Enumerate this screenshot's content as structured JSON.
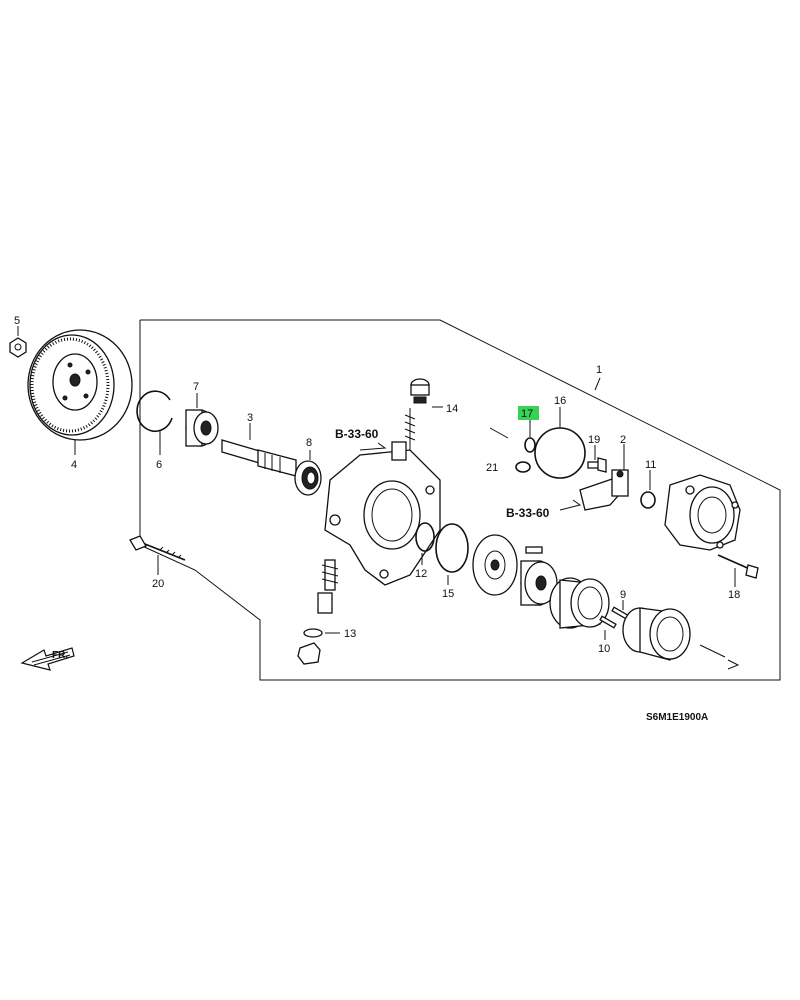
{
  "diagram": {
    "part_numbers": {
      "p1": "1",
      "p2": "2",
      "p3": "3",
      "p4": "4",
      "p5": "5",
      "p6": "6",
      "p7": "7",
      "p8": "8",
      "p9": "9",
      "p10": "10",
      "p11": "11",
      "p12": "12",
      "p13": "13",
      "p14": "14",
      "p15": "15",
      "p16": "16",
      "p17": "17",
      "p18": "18",
      "p19": "19",
      "p20": "20",
      "p21": "21"
    },
    "highlighted_part": "17",
    "highlight_color": "#39d353",
    "references": {
      "ref_left": "B-33-60",
      "ref_right": "B-33-60"
    },
    "front_indicator": "FR.",
    "diagram_code": "S6M1E1900A"
  }
}
